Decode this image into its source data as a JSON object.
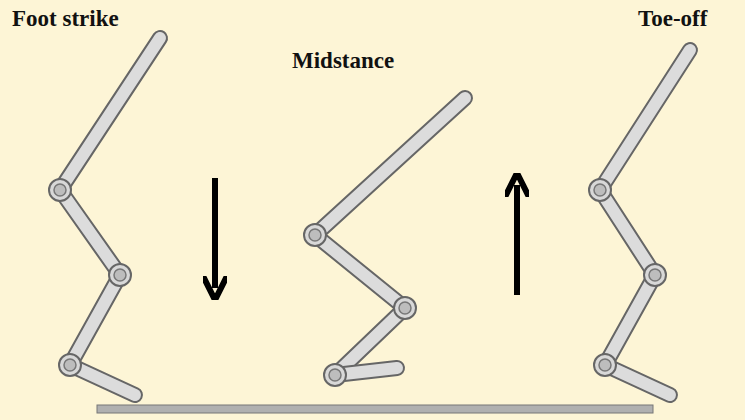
{
  "diagram": {
    "labels": [
      "Foot strike",
      "Midstance",
      "Toe-off"
    ]
  }
}
